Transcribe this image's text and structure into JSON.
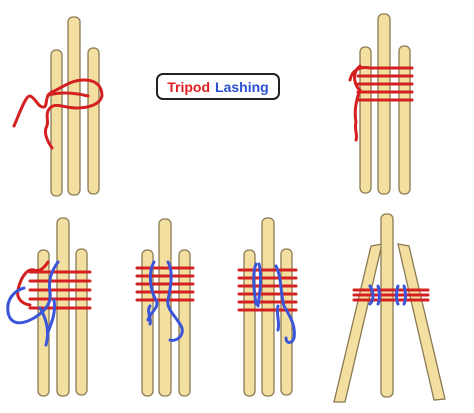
{
  "title": {
    "word1": "Tripod",
    "word2": "Lashing",
    "word1_color": "#e02020",
    "word2_color": "#2a4fd0"
  },
  "colors": {
    "pole_fill": "#f3dfa0",
    "pole_stroke": "#8a7a55",
    "rope_red": "#d42020",
    "rope_blue": "#3a55d8"
  },
  "panels": [
    "step-1-start-clove-hitch",
    "step-2-wraps",
    "step-3-second-rope-begin",
    "step-4-fraps-between-poles",
    "step-5-fraps-tightened",
    "step-6-tripod-spread"
  ]
}
